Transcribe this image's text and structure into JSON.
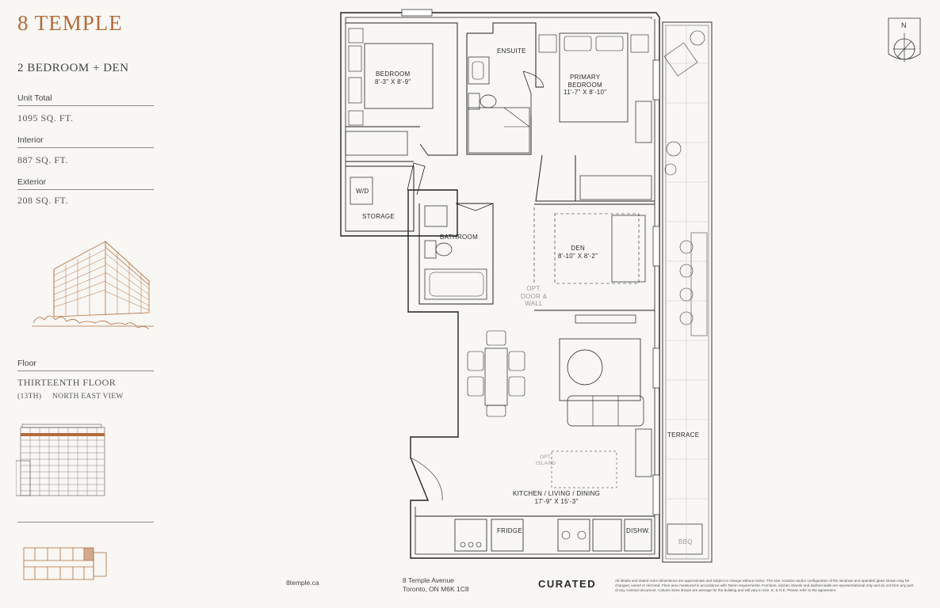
{
  "brand": {
    "name": "8 TEMPLE",
    "color": "#b46c3a"
  },
  "unit": {
    "type": "2 BEDROOM + DEN"
  },
  "specs": [
    {
      "label": "Unit Total",
      "value": "1095 SQ. FT."
    },
    {
      "label": "Interior",
      "value": "887 SQ. FT."
    },
    {
      "label": "Exterior",
      "value": "208 SQ. FT."
    }
  ],
  "floor": {
    "label": "Floor",
    "value": "THIRTEENTH FLOOR",
    "ordinal": "(13TH)",
    "view": "NORTH EAST VIEW"
  },
  "compass": {
    "north": "N"
  },
  "rooms": {
    "bedroom": {
      "name": "BEDROOM",
      "dims": "8'-3\" X 8'-9\""
    },
    "ensuite": {
      "name": "ENSUITE"
    },
    "primary": {
      "name": "PRIMARY",
      "name2": "BEDROOM",
      "dims": "11'-7\" X 8'-10\""
    },
    "wd": {
      "name": "W/D"
    },
    "storage": {
      "name": "STORAGE"
    },
    "bathroom": {
      "name": "BATHROOM"
    },
    "den": {
      "name": "DEN",
      "dims": "8'-10\" X 8'-2\""
    },
    "opt_door": {
      "l1": "OPT.",
      "l2": "DOOR &",
      "l3": "WALL"
    },
    "opt_island": {
      "l1": "OPT.",
      "l2": "ISLAND"
    },
    "kitchen": {
      "name": "KITCHEN / LIVING / DINING",
      "dims": "17'-9\" X 15'-3\""
    },
    "terrace": {
      "name": "TERRACE"
    },
    "fridge": {
      "name": "FRIDGE"
    },
    "dishw": {
      "name": "DISHW."
    },
    "bbq": {
      "name": "BBQ"
    }
  },
  "footer": {
    "website": "8temple.ca",
    "address1": "8 Temple Avenue",
    "address2": "Toronto, ON M6K 1C8",
    "curated": "CURATED",
    "disclaimer": "All details and stated room dimensions are approximate and subject to change without notice. The size, location and/or configuration of the windows and spandrel glass shown may be changed, varied or mirrored. Floor area measured in accordance with Tarion requirements. Furniture, kitchen islands and dashed walls are representational only and do not form any part of any contract document. Column sizes shown are average for the building and will vary in size. E. & O.E. Please refer to the agreement."
  }
}
